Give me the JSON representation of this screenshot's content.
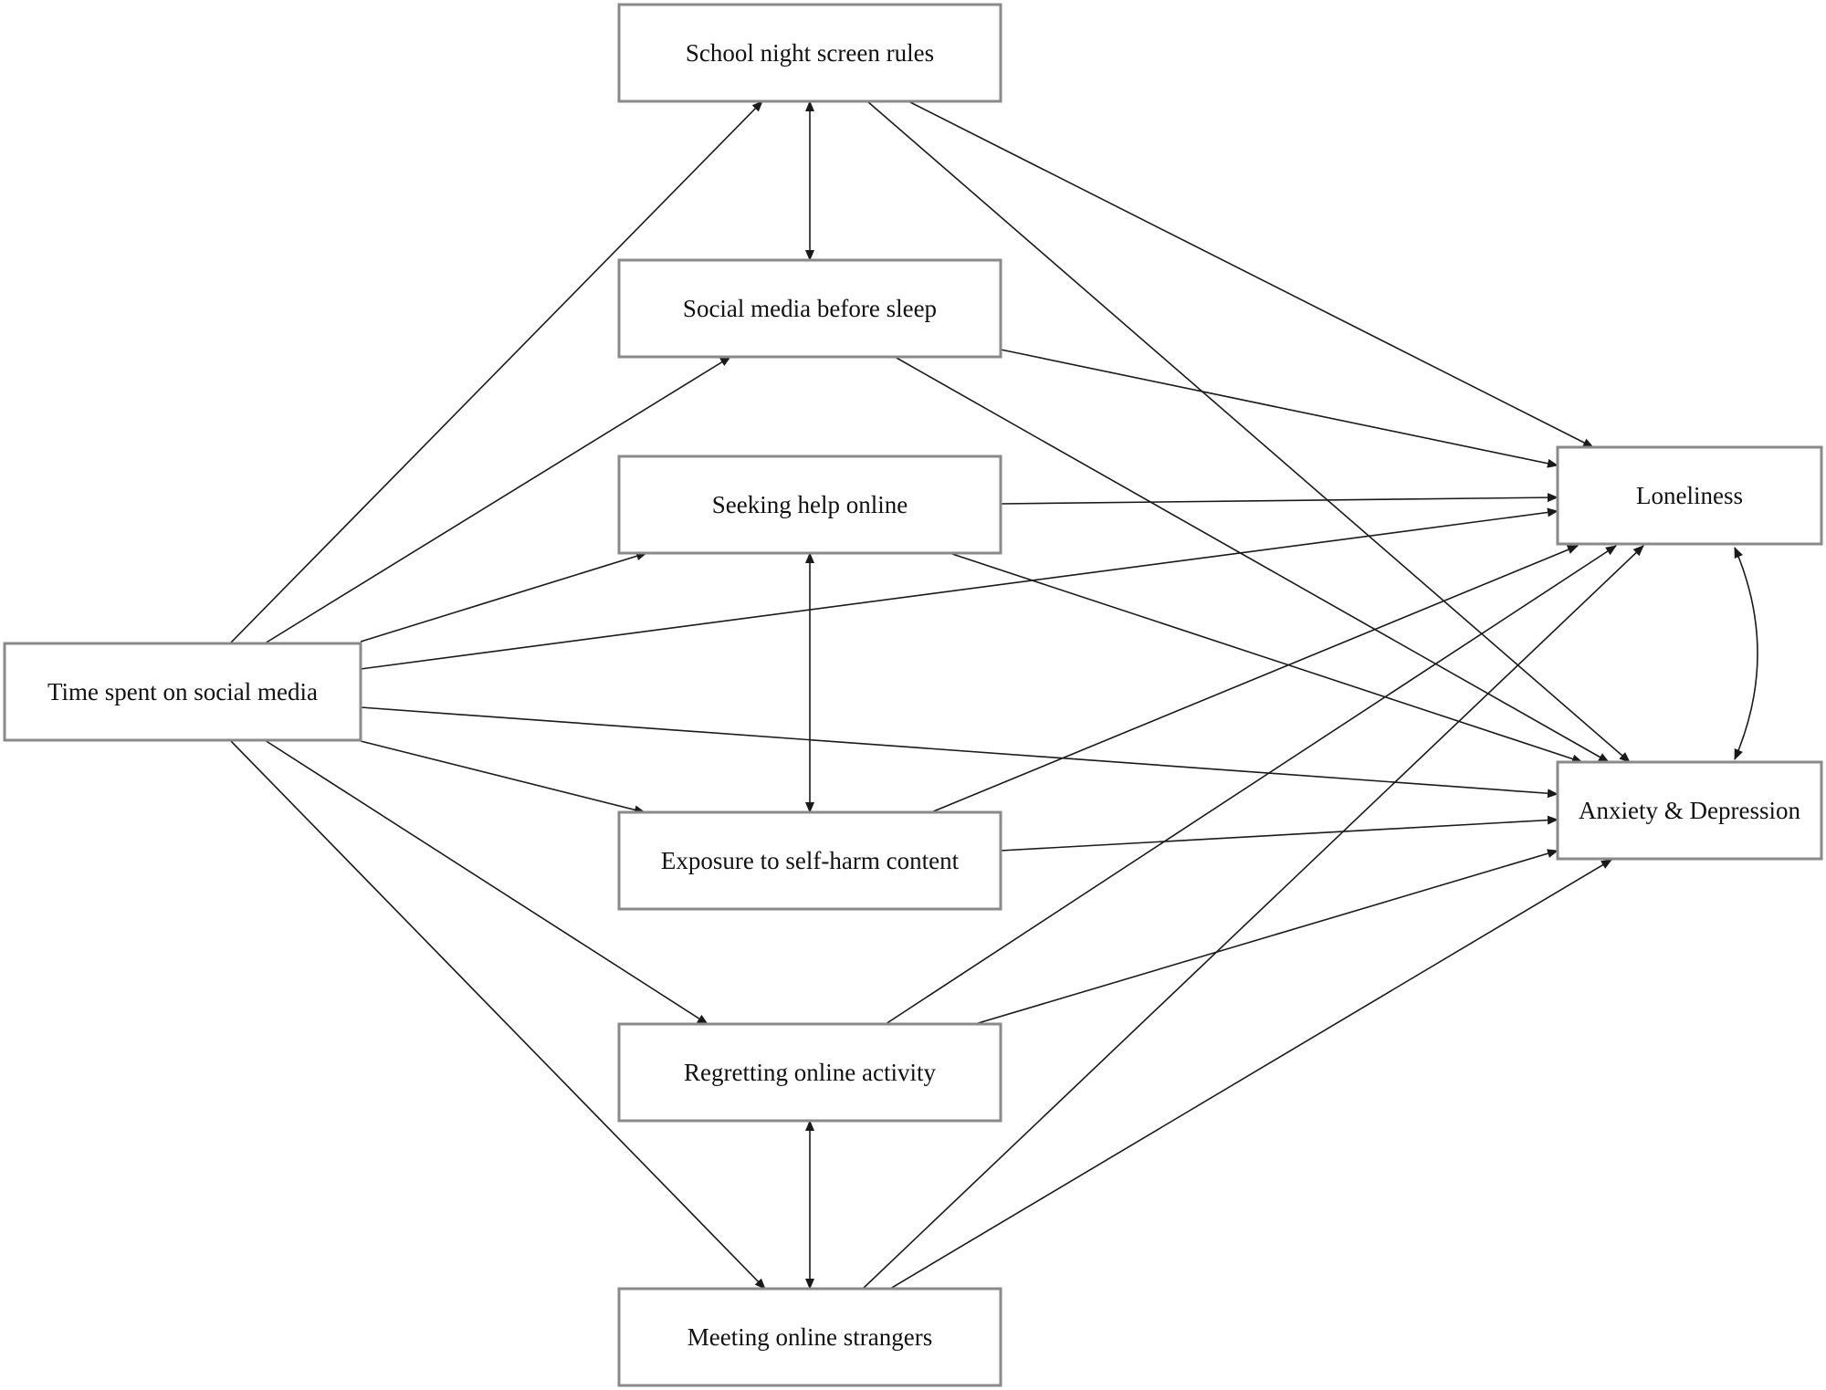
{
  "nodes": [
    {
      "id": "rules",
      "label": "School night screen rules"
    },
    {
      "id": "before_sleep",
      "label": "Social media before sleep"
    },
    {
      "id": "help",
      "label": "Seeking help online"
    },
    {
      "id": "time",
      "label": "Time spent on social media"
    },
    {
      "id": "selfharm",
      "label": "Exposure to self-harm content"
    },
    {
      "id": "regret",
      "label": "Regretting online activity"
    },
    {
      "id": "strangers",
      "label": "Meeting online strangers"
    },
    {
      "id": "loneliness",
      "label": "Loneliness"
    },
    {
      "id": "anxdep",
      "label": "Anxiety & Depression"
    }
  ],
  "edges": [
    {
      "from": "time",
      "to": "rules",
      "kind": "directed"
    },
    {
      "from": "time",
      "to": "before_sleep",
      "kind": "directed"
    },
    {
      "from": "time",
      "to": "help",
      "kind": "directed"
    },
    {
      "from": "time",
      "to": "loneliness",
      "kind": "directed"
    },
    {
      "from": "time",
      "to": "anxdep",
      "kind": "directed"
    },
    {
      "from": "time",
      "to": "selfharm",
      "kind": "directed"
    },
    {
      "from": "time",
      "to": "regret",
      "kind": "directed"
    },
    {
      "from": "time",
      "to": "strangers",
      "kind": "directed"
    },
    {
      "from": "rules",
      "to": "loneliness",
      "kind": "directed"
    },
    {
      "from": "rules",
      "to": "anxdep",
      "kind": "directed"
    },
    {
      "from": "before_sleep",
      "to": "loneliness",
      "kind": "directed"
    },
    {
      "from": "before_sleep",
      "to": "anxdep",
      "kind": "directed"
    },
    {
      "from": "help",
      "to": "loneliness",
      "kind": "directed"
    },
    {
      "from": "help",
      "to": "anxdep",
      "kind": "directed"
    },
    {
      "from": "selfharm",
      "to": "loneliness",
      "kind": "directed"
    },
    {
      "from": "selfharm",
      "to": "anxdep",
      "kind": "directed"
    },
    {
      "from": "regret",
      "to": "loneliness",
      "kind": "directed"
    },
    {
      "from": "regret",
      "to": "anxdep",
      "kind": "directed"
    },
    {
      "from": "strangers",
      "to": "loneliness",
      "kind": "directed"
    },
    {
      "from": "strangers",
      "to": "anxdep",
      "kind": "directed"
    },
    {
      "from": "rules",
      "to": "before_sleep",
      "kind": "bidirectional"
    },
    {
      "from": "help",
      "to": "selfharm",
      "kind": "bidirectional"
    },
    {
      "from": "regret",
      "to": "strangers",
      "kind": "bidirectional"
    },
    {
      "from": "loneliness",
      "to": "anxdep",
      "kind": "bidirectional_curved"
    }
  ]
}
